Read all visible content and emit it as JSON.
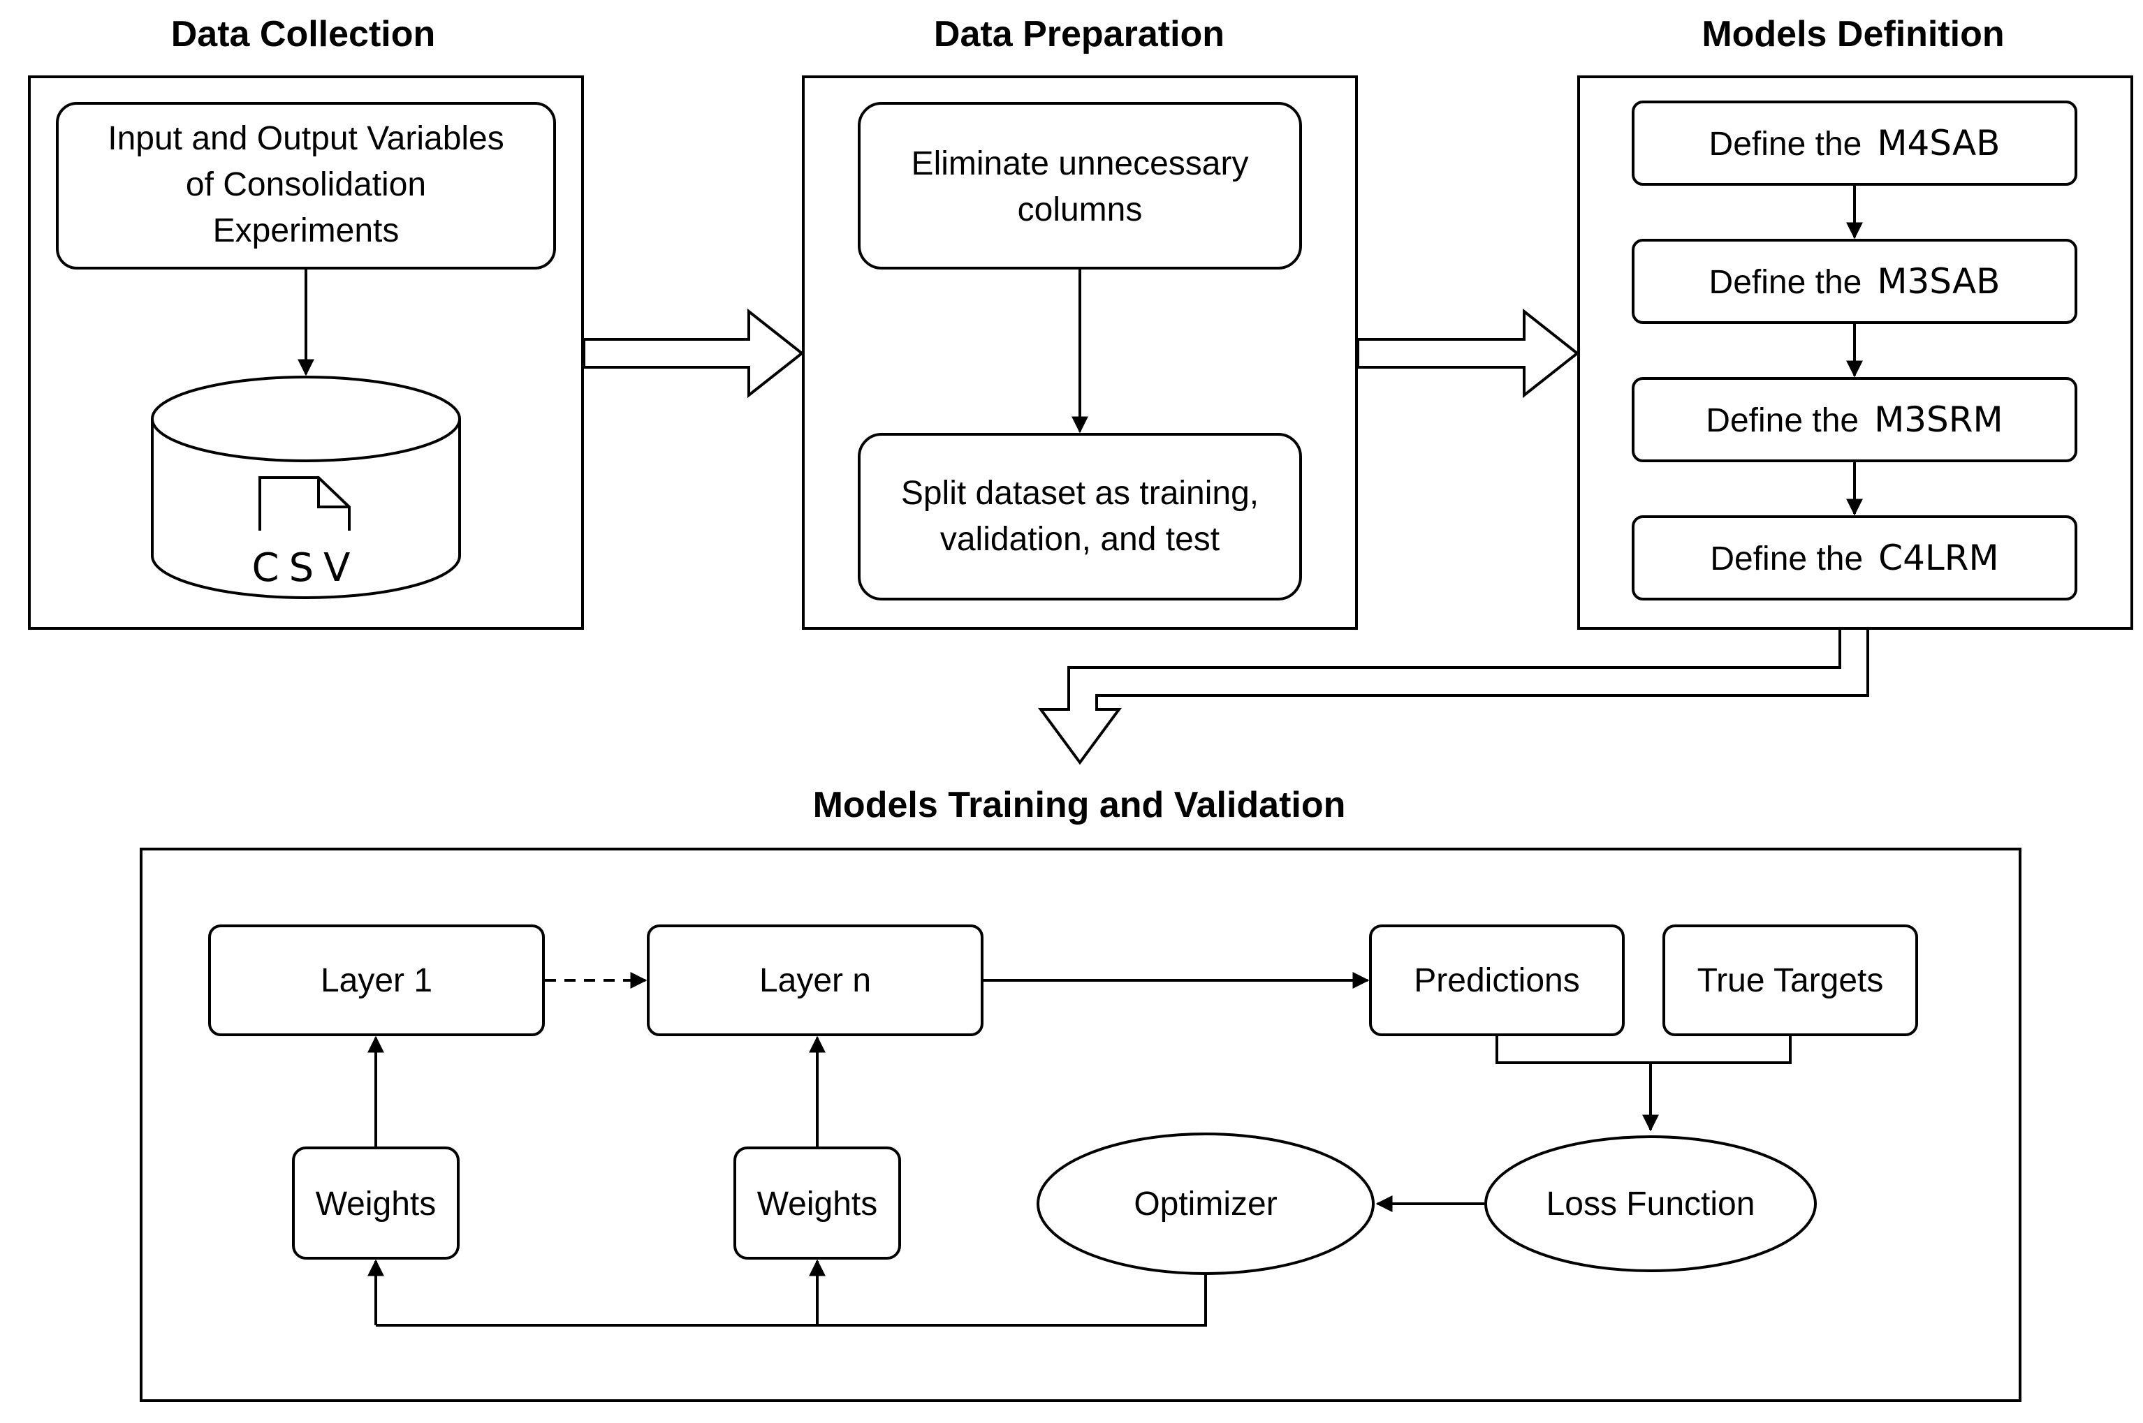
{
  "sections": {
    "data_collection": "Data Collection",
    "data_preparation": "Data Preparation",
    "models_definition": "Models Definition",
    "training_validation": "Models Training and Validation"
  },
  "collection": {
    "input_lines": [
      "Input and Output Variables",
      "of Consolidation",
      "Experiments"
    ],
    "csv_label": "CSV"
  },
  "preparation": {
    "eliminate_lines": [
      "Eliminate unnecessary",
      "columns"
    ],
    "split_lines": [
      "Split dataset as training,",
      "validation, and test"
    ]
  },
  "models": {
    "prefix": "Define the",
    "names": [
      "M4SAB",
      "M3SAB",
      "M3SRM",
      "C4LRM"
    ]
  },
  "training": {
    "layer1": "Layer 1",
    "layern": "Layer n",
    "predictions": "Predictions",
    "true_targets": "True Targets",
    "weights": "Weights",
    "optimizer": "Optimizer",
    "loss": "Loss Function"
  }
}
